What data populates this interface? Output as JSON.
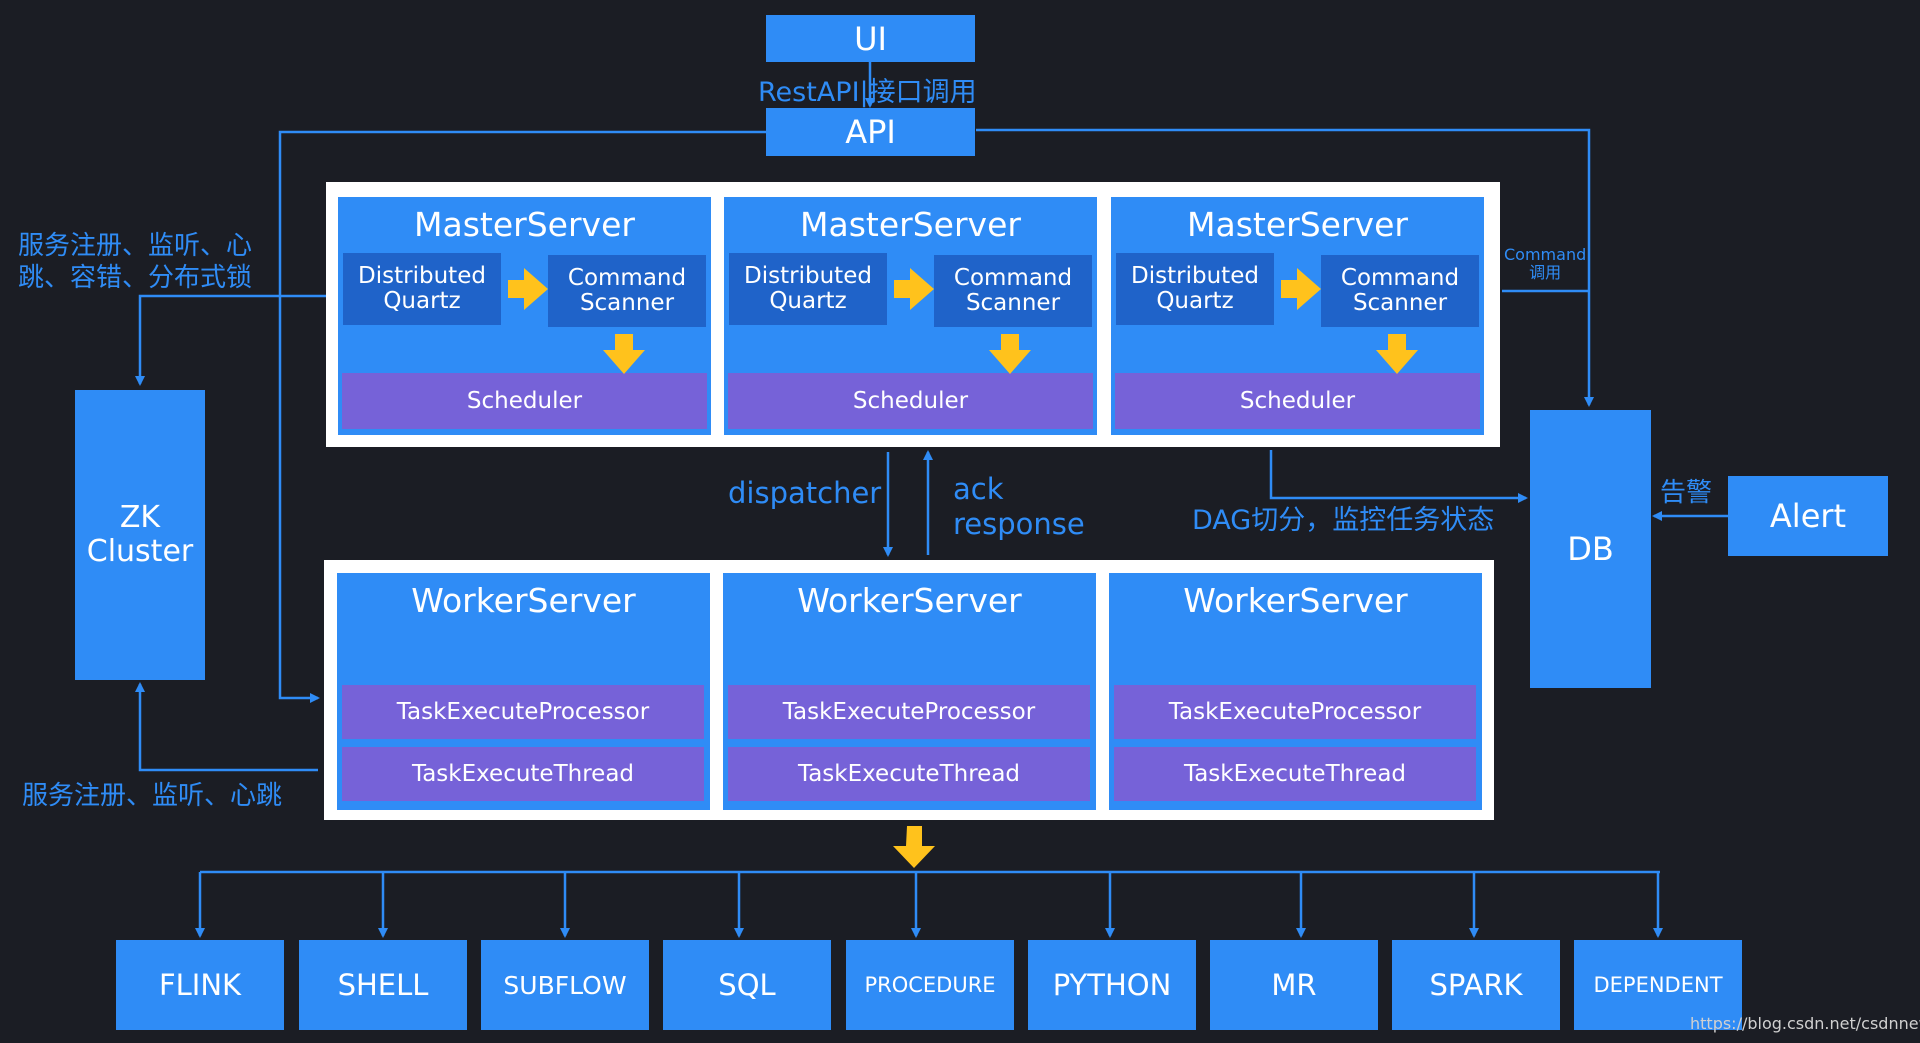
{
  "top": {
    "ui_label": "UI",
    "api_label": "API",
    "restapi_label": "RestAPI|接口调用"
  },
  "left": {
    "register_top_label": "服务注册、监听、心\n跳、容错、分布式锁",
    "register_bottom_label": "服务注册、监听、心跳",
    "zk_label": "ZK\nCluster"
  },
  "masters": [
    {
      "title": "MasterServer",
      "quartz": "Distributed\nQuartz",
      "scanner": "Command\nScanner",
      "scheduler": "Scheduler"
    },
    {
      "title": "MasterServer",
      "quartz": "Distributed\nQuartz",
      "scanner": "Command\nScanner",
      "scheduler": "Scheduler"
    },
    {
      "title": "MasterServer",
      "quartz": "Distributed\nQuartz",
      "scanner": "Command\nScanner",
      "scheduler": "Scheduler"
    }
  ],
  "workers": [
    {
      "title": "WorkerServer",
      "processor": "TaskExecuteProcessor",
      "thread": "TaskExecuteThread"
    },
    {
      "title": "WorkerServer",
      "processor": "TaskExecuteProcessor",
      "thread": "TaskExecuteThread"
    },
    {
      "title": "WorkerServer",
      "processor": "TaskExecuteProcessor",
      "thread": "TaskExecuteThread"
    }
  ],
  "middle": {
    "dispatcher_label": "dispatcher",
    "ack_label": "ack\nresponse",
    "dag_label": "DAG切分，监控任务状态"
  },
  "right": {
    "command_label": "Command\n调用",
    "db_label": "DB",
    "alert_label": "Alert",
    "alarm_label": "告警"
  },
  "tasks": [
    "FLINK",
    "SHELL",
    "SUBFLOW",
    "SQL",
    "PROCEDURE",
    "PYTHON",
    "MR",
    "SPARK",
    "DEPENDENT"
  ],
  "watermark": "https://blog.csdn.net/csdnnews"
}
